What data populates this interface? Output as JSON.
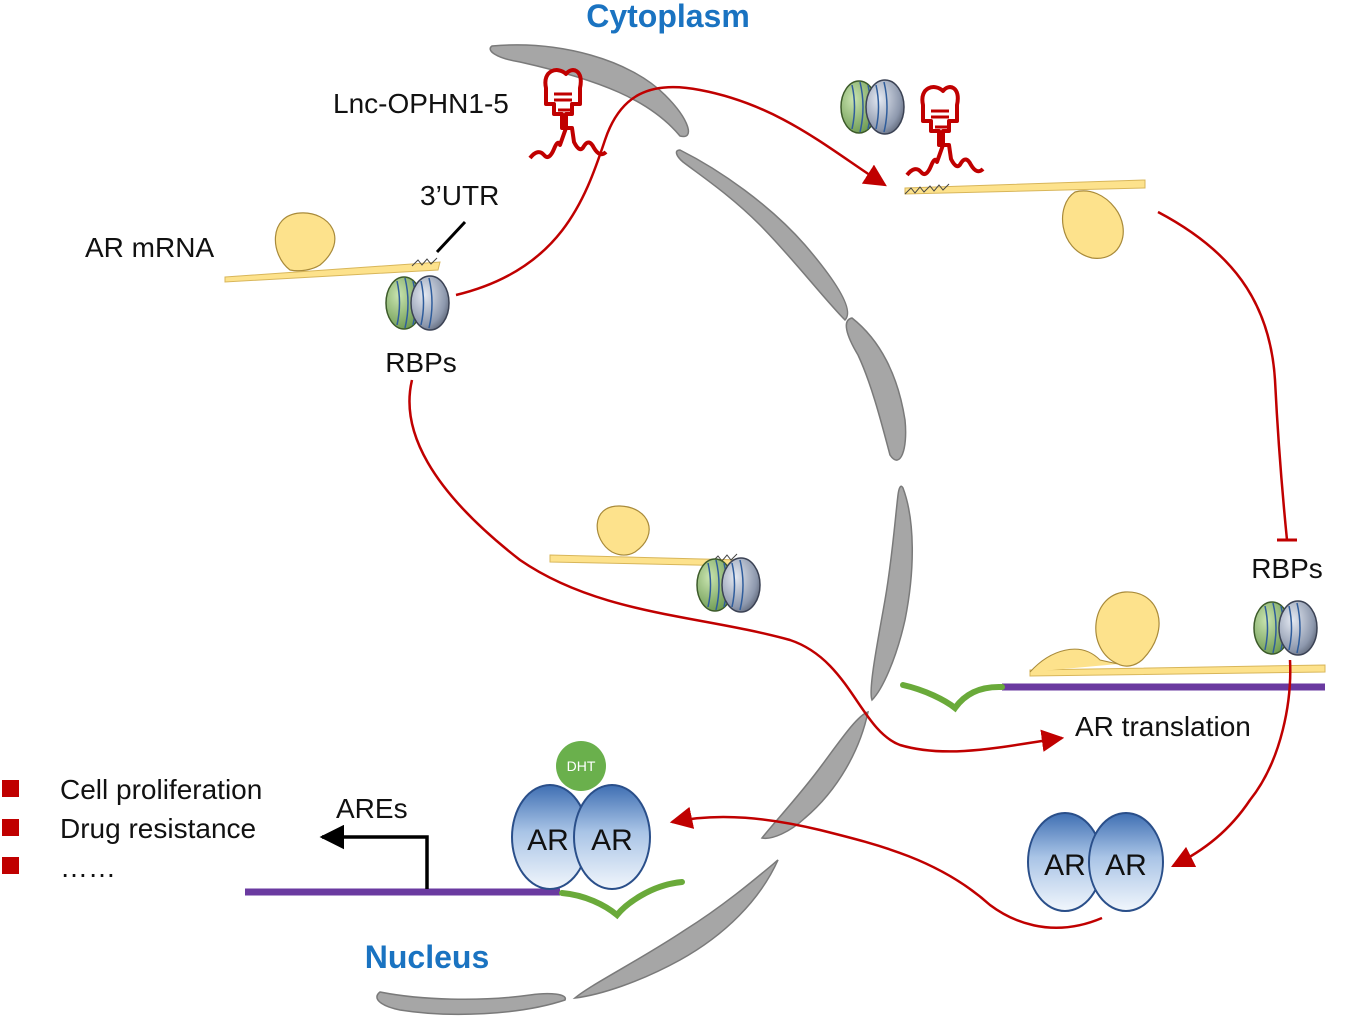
{
  "regions": {
    "cytoplasm": "Cytoplasm",
    "nucleus": "Nucleus"
  },
  "labels": {
    "lnc": "Lnc-OPHN1-5",
    "utr": "3’UTR",
    "ar_mrna": "AR mRNA",
    "rbps_left": "RBPs",
    "rbps_right": "RBPs",
    "ar_translation": "AR translation",
    "ares": "AREs",
    "dht": "DHT",
    "ar_nuc_left": "AR",
    "ar_nuc_right": "AR",
    "ar_cyto_left": "AR",
    "ar_cyto_right": "AR"
  },
  "outcomes": [
    "Cell proliferation",
    "Drug resistance",
    "……"
  ],
  "colors": {
    "arrow": "#c00000",
    "membrane": "#a6a6a6",
    "mrna": "#fde28c",
    "dna": "#6a3aa0",
    "rbp_green": "#8ab86a",
    "rbp_blue": "#9aaac4",
    "region_text": "#1a73c1",
    "bullet": "#c00000"
  },
  "icons": {
    "lncrna": "stem-loop",
    "rbp": "paired-ovals",
    "ar": "dimer",
    "dht": "circle"
  }
}
